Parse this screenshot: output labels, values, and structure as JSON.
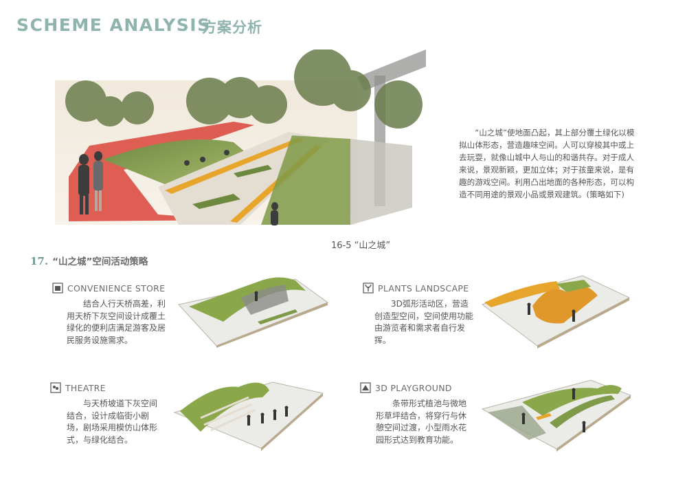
{
  "header": {
    "title_en": "SCHEME ANALYSIS",
    "title_cn": "方案分析"
  },
  "hero": {
    "caption": "16-5 “山之城”"
  },
  "intro": {
    "text": "“山之城”使地面凸起，其上部分覆土绿化以模拟山体形态，营造趣味空间。人可以穿梭其中或上去玩耍，就像山城中人与山的和谐共存。对于成人来说，景观新颖，更加立体；对于孩童来说，是有趣的游戏空间。利用凸出地面的各种形态，可以构造不同用途的景观小品或景观建筑。(策略如下)"
  },
  "section": {
    "number": "17.",
    "title": "“山之城”空间活动策略"
  },
  "strategies": [
    {
      "heading": "CONVENIENCE STORE",
      "icon": "store-icon",
      "text": "结合人行天桥高差，利用天桥下灰空间设计成覆土绿化的便利店满足游客及居民服务设施需求。"
    },
    {
      "heading": "PLANTS LANDSCAPE",
      "icon": "plant-icon",
      "text": "3D弧形活动区，营造创造型空间，空间使用功能由游览者和需求者自行发挥。"
    },
    {
      "heading": "THEATRE",
      "icon": "theatre-icon",
      "text": "与天桥坡道下灰空间结合，设计成临街小剧场，剧场采用模仿山体形式，与绿化结合。"
    },
    {
      "heading": "3D PLAYGROUND",
      "icon": "playground-icon",
      "text": "条带形式植池与微地形草坪结合，将穿行与休憩空间过渡，小型雨水花园形式达到教育功能。"
    }
  ],
  "colors": {
    "accent": "#8fb3ad",
    "red_path": "#d9443a",
    "yellow_band": "#e8a52c",
    "green": "#8aa84a"
  }
}
